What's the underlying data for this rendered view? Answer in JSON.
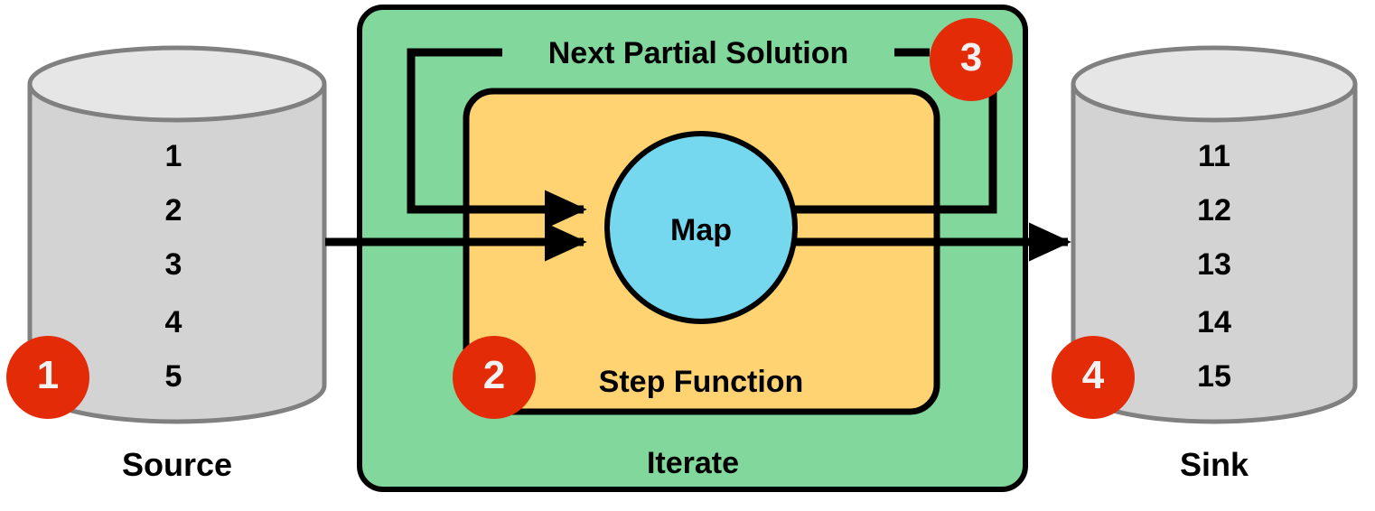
{
  "diagram": {
    "title": "Iterate",
    "source": {
      "caption": "Source",
      "values": [
        "1",
        "2",
        "3",
        "4",
        "5"
      ]
    },
    "sink": {
      "caption": "Sink",
      "values": [
        "11",
        "12",
        "13",
        "14",
        "15"
      ]
    },
    "iterate_box": {
      "caption": "Iterate"
    },
    "step_function_box": {
      "caption": "Step Function"
    },
    "map_node": {
      "caption": "Map"
    },
    "feedback_edge": {
      "label": "Next Partial Solution"
    },
    "badges": [
      {
        "label": "1",
        "target": "source"
      },
      {
        "label": "2",
        "target": "step-function"
      },
      {
        "label": "3",
        "target": "next-partial-solution"
      },
      {
        "label": "4",
        "target": "sink"
      }
    ],
    "colors": {
      "iterate_fill": "#82d79c",
      "step_function_fill": "#ffd372",
      "map_fill": "#75d8ef",
      "badge_fill": "#e42b08",
      "badge_text": "#f2f2f2",
      "cylinder_body": "#d3d3d3",
      "cylinder_top": "#e6e6e6",
      "cylinder_stroke": "#808080",
      "stroke": "#000000",
      "background": "#ffffff"
    }
  }
}
